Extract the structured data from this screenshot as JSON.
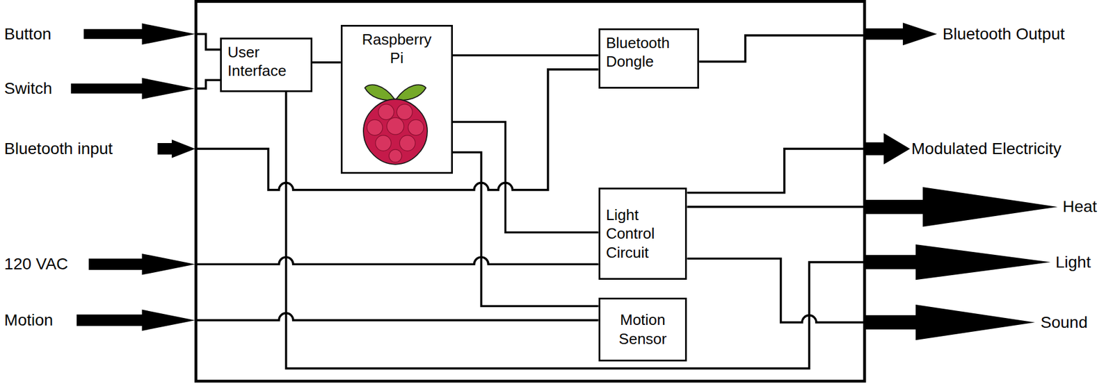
{
  "diagram": {
    "nodes": [
      {
        "text": [
          "User Interface"
        ]
      },
      {
        "text": [
          "Raspberry Pi"
        ]
      },
      {
        "text": [
          "Bluetooth Dongle"
        ]
      },
      {
        "text": [
          "Light Control Circuit"
        ]
      },
      {
        "text": [
          "Motion Sensor"
        ]
      }
    ],
    "edges": [
      {
        "from": 0,
        "to": 1,
        "arrow": "none"
      },
      {
        "from": 1,
        "to": 2,
        "arrow": "none"
      },
      {
        "from": 1,
        "to": 3,
        "arrow": "none"
      },
      {
        "from": 1,
        "to": 4,
        "arrow": "none"
      }
    ],
    "labels": [
      "Button",
      "Switch",
      "Bluetooth input",
      "120 VAC",
      "Motion",
      "Bluetooth Output",
      "Modulated Electricity",
      "Heat",
      "Light",
      "Sound"
    ]
  }
}
